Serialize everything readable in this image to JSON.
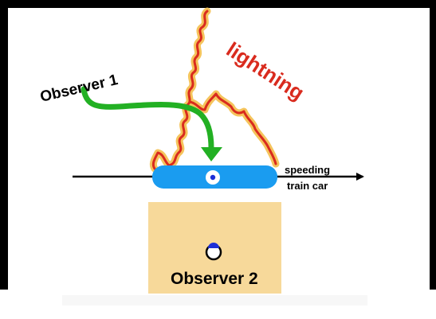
{
  "labels": {
    "lightning": "lightning",
    "observer1": "Observer 1",
    "observer2": "Observer 2",
    "train_line1": "speeding",
    "train_line2": "train car"
  },
  "colors": {
    "lightning_red": "#d92b1e",
    "lightning_yellow": "#f5c45c",
    "arrow_green": "#22b023",
    "train_blue": "#1a9cf0",
    "platform_tan": "#f7d99a",
    "observer_blue": "#1d2fd6",
    "frame_black": "#000000"
  },
  "icons": {
    "observer1_marker": "eye-circle-icon",
    "observer2_marker": "person-circle-icon",
    "direction_arrow": "arrow-right-icon"
  }
}
